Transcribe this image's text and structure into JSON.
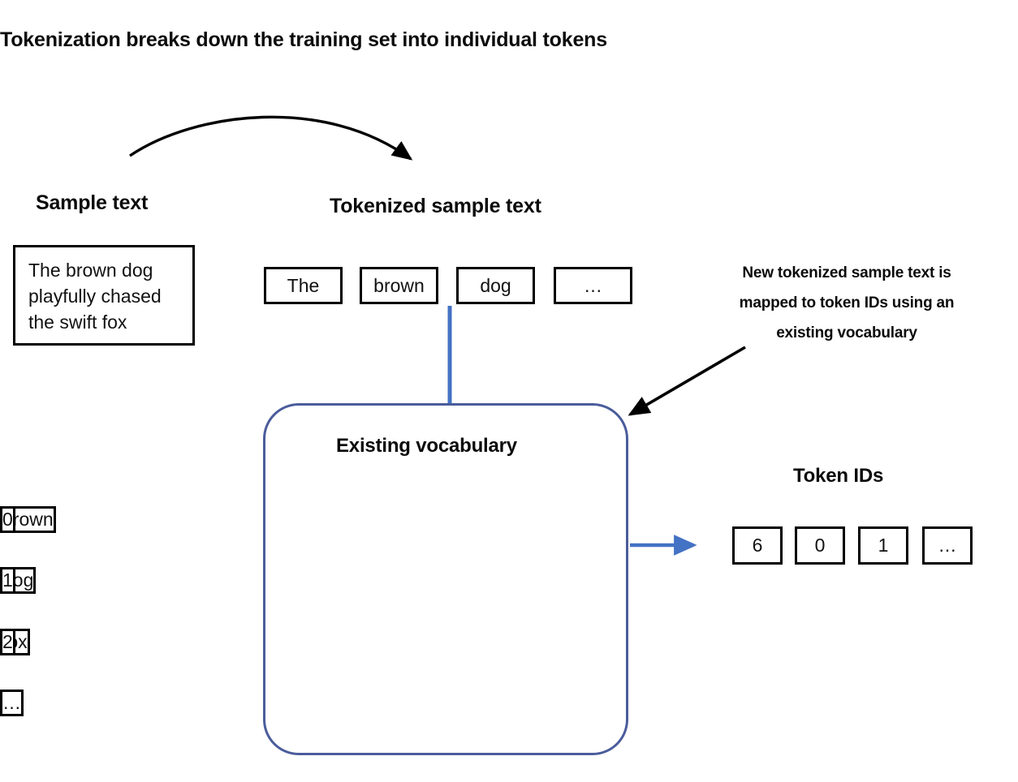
{
  "figure": {
    "header_caption": "Tokenization breaks down the training set into individual tokens",
    "mapping_note": "New tokenized sample text is mapped to token IDs using an existing vocabulary"
  },
  "sample": {
    "heading": "Sample text",
    "text": "The brown dog playfully chased the swift fox"
  },
  "tokenized": {
    "heading": "Tokenized sample text",
    "tokens": [
      "The",
      "brown",
      "dog",
      "…"
    ]
  },
  "vocabulary": {
    "heading": "Existing vocabulary",
    "entries": [
      {
        "word": "brown",
        "id": "0"
      },
      {
        "word": "dog",
        "id": "1"
      },
      {
        "word": "fox",
        "id": "2"
      },
      {
        "word": "…",
        "id": "…"
      }
    ]
  },
  "token_ids": {
    "heading": "Token IDs",
    "values": [
      "6",
      "0",
      "1",
      "…"
    ]
  },
  "colors": {
    "ink": "#000000",
    "accent_blue": "#4472c4",
    "container_border": "#4a5c9b",
    "background": "#ffffff"
  },
  "icons": {
    "tokenize_arrow": "curved-arrow-icon",
    "map_arrow": "diagonal-arrow-icon",
    "connector": "vertical-connector-icon",
    "output_arrow": "right-arrow-icon",
    "entry_arrow": "right-arrow-icon"
  }
}
